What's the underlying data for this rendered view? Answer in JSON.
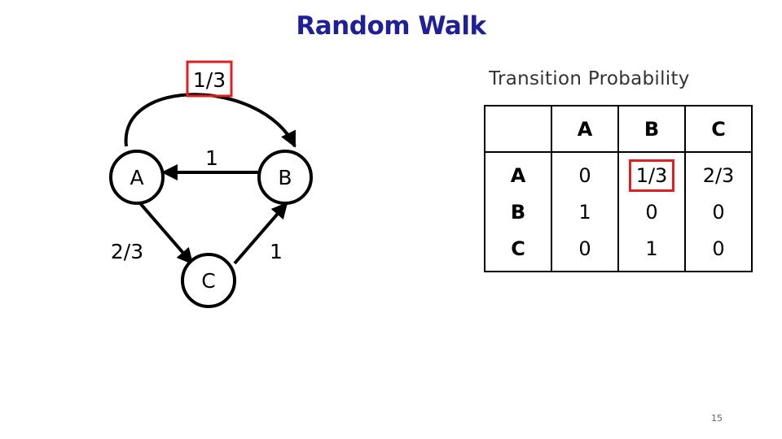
{
  "title": "Random Walk",
  "graph": {
    "nodes": [
      {
        "id": "A",
        "label": "A"
      },
      {
        "id": "B",
        "label": "B"
      },
      {
        "id": "C",
        "label": "C"
      }
    ],
    "edges": [
      {
        "from": "A",
        "to": "B",
        "label": "1/3",
        "highlighted": true
      },
      {
        "from": "B",
        "to": "A",
        "label": "1"
      },
      {
        "from": "A",
        "to": "C",
        "label": "2/3"
      },
      {
        "from": "C",
        "to": "B",
        "label": "1"
      }
    ]
  },
  "table": {
    "caption": "Transition Probability",
    "col_headers": [
      "A",
      "B",
      "C"
    ],
    "rows": [
      {
        "header": "A",
        "cells": [
          "0",
          "1/3",
          "2/3"
        ]
      },
      {
        "header": "B",
        "cells": [
          "1",
          "0",
          "0"
        ]
      },
      {
        "header": "C",
        "cells": [
          "0",
          "1",
          "0"
        ]
      }
    ],
    "highlight": {
      "row": 0,
      "col": 1
    }
  },
  "page_number": "15",
  "colors": {
    "title": "#1f1f99",
    "highlight": "#e02020"
  }
}
